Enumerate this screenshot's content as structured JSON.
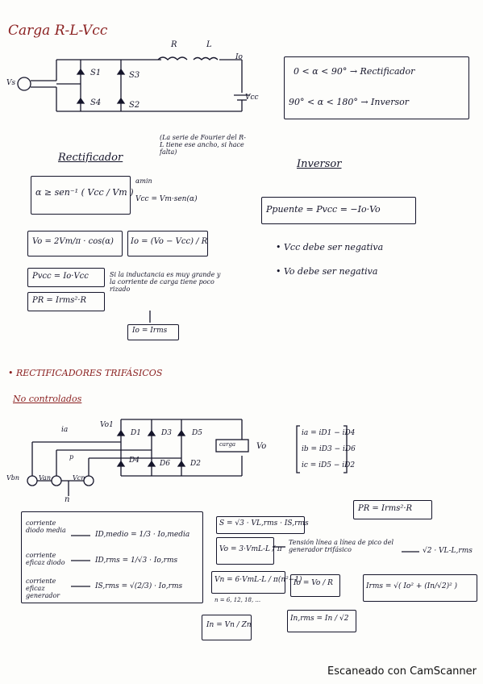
{
  "section1": {
    "title": "Carga R-L-Vcc",
    "labels": {
      "R": "R",
      "L": "L",
      "Io": "Io",
      "Vcc": "Vcc",
      "Vs": "Vs",
      "S1": "S1",
      "S2": "S2",
      "S3": "S3",
      "S4": "S4"
    },
    "ranges": [
      "0 < α < 90° → Rectificador",
      "90° < α < 180° → Inversor"
    ],
    "fourier_note": "(La serie de Fourier del R-L tiene ese ancho, si hace falta)"
  },
  "rectificador": {
    "title": "Rectificador",
    "alpha_min_label": "αmin",
    "alpha_formula": "α ≥ sen⁻¹ ( Vcc / Vm )",
    "vcc_eq": "Vcc = Vm·sen(α)",
    "vo_formula": "Vo = 2Vm/π · cos(α)",
    "io_formula": "Io = (Vo − Vcc) / R",
    "pvcc": "Pvcc = Io·Vcc",
    "pr": "PR = Irms²·R",
    "note": "Si la inductancia es muy grande y la corriente de carga tiene poco rizado",
    "result": "Io = Irms"
  },
  "inversor": {
    "title": "Inversor",
    "formula": "Ppuente = Pvcc = −Io·Vo",
    "points": [
      "• Vcc debe ser negativa",
      "• Vo debe ser negativa"
    ]
  },
  "section2": {
    "title": "• RECTIFICADORES TRIFÁSICOS",
    "subtitle": "No controlados",
    "labels": {
      "ia": "ia",
      "Vo1": "Vo1",
      "D1": "D1",
      "D3": "D3",
      "D5": "D5",
      "D4": "D4",
      "D6": "D6",
      "D2": "D2",
      "carga": "carga",
      "Vo": "Vo",
      "Vbn": "Vbn",
      "Van": "Van",
      "Vcn": "Vcn",
      "n": "n",
      "p": "p"
    },
    "currents": [
      "ia = iD1 − iD4",
      "ib = iD3 − iD6",
      "ic = iD5 − iD2"
    ],
    "pr": "PR = Irms²·R",
    "rows": [
      {
        "label": "corriente diodo media",
        "formula": "ID,medio = 1/3 · Io,media"
      },
      {
        "label": "corriente eficaz diodo",
        "formula": "ID,rms = 1/√3 · Io,rms"
      },
      {
        "label": "corriente eficaz generador",
        "formula": "IS,rms = √(2/3) · Io,rms"
      }
    ],
    "s_formula": "S = √3 · VL,rms · IS,rms",
    "vo_formula": "Vo = 3·VmL-L / π",
    "tension_note": "Tensión línea a línea de pico del generador trifásico",
    "tension_result": "√2 · VL-L,rms",
    "vn_formula": "Vn = 6·VmL-L / π(n²−1)",
    "n_values": "n = 6, 12, 18, ...",
    "io_formula": "Io = Vo / R",
    "irms_formula": "Irms = √( Io² + (In/√2)² )",
    "in_formula": "In = Vn / Zn",
    "inrms_formula": "In,rms = In / √2"
  },
  "footer": "Escaneado con CamScanner"
}
